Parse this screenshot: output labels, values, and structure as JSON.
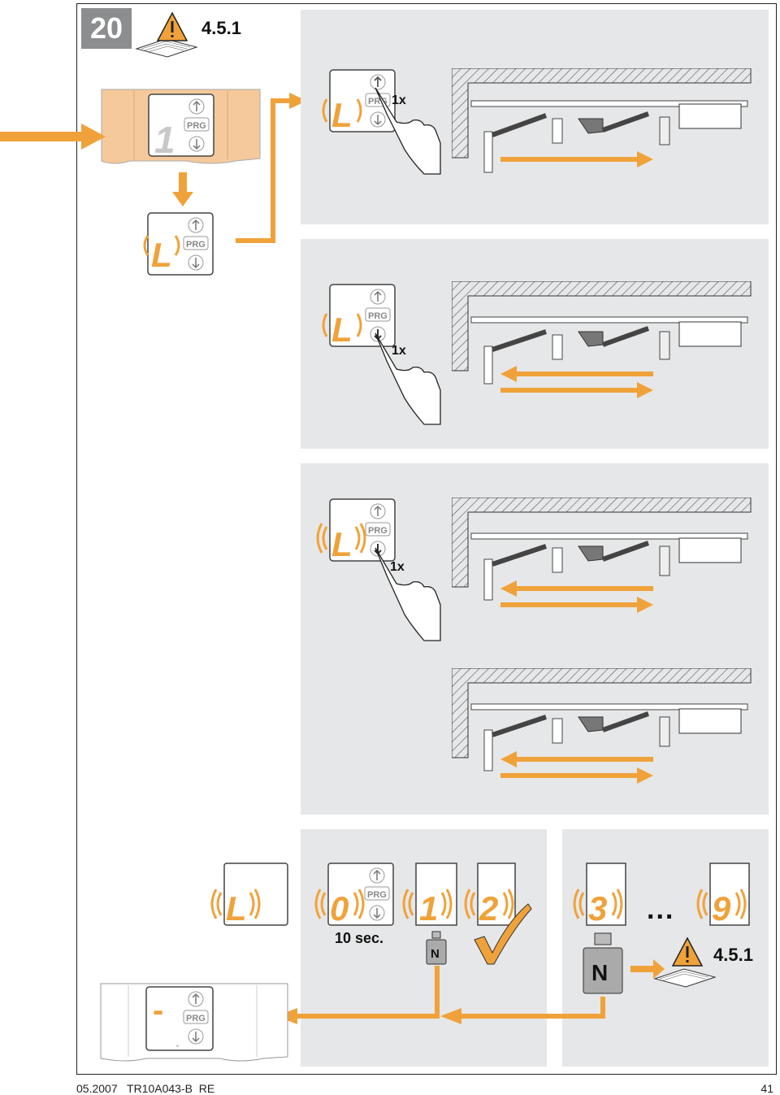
{
  "step": {
    "number": "20"
  },
  "references": {
    "top": "4.5.1",
    "bottom": "4.5.1"
  },
  "controls": {
    "button_label": "PRG",
    "dot": "."
  },
  "displays": {
    "one": "1",
    "l": "L",
    "zero": "0",
    "two": "2",
    "three": "3",
    "nine": "9",
    "dash": "-"
  },
  "press_counts": {
    "first": "1x",
    "second": "1x",
    "third": "1x"
  },
  "timer": {
    "label": "10 sec."
  },
  "weights": {
    "small": "N",
    "large": "N"
  },
  "ellipsis": "...",
  "footer": {
    "left": "05.2007   TR10A043-B  RE",
    "page": "41"
  },
  "colors": {
    "accent": "#f0a23a",
    "panel": "#e6e7e8",
    "badge": "#8c8d8f",
    "dark": "#222222"
  }
}
